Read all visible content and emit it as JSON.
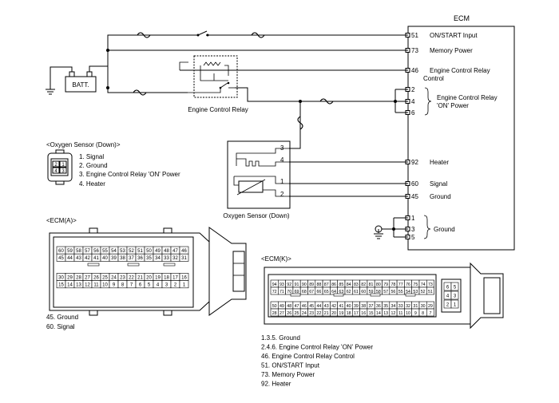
{
  "ecm": {
    "title": "ECM",
    "pins": [
      {
        "num": "51",
        "label": "ON/START Input"
      },
      {
        "num": "73",
        "label": "Memory Power"
      },
      {
        "num": "46",
        "label": "Engine Control Relay",
        "label2": "Control"
      },
      {
        "num": "2",
        "label": ""
      },
      {
        "num": "4",
        "label": "Engine Control Relay",
        "label2": "'ON' Power"
      },
      {
        "num": "6",
        "label": ""
      },
      {
        "num": "92",
        "label": "Heater"
      },
      {
        "num": "60",
        "label": "Signal"
      },
      {
        "num": "45",
        "label": "Ground"
      },
      {
        "num": "1",
        "label": ""
      },
      {
        "num": "3",
        "label": "Ground"
      },
      {
        "num": "5",
        "label": ""
      }
    ]
  },
  "battery": {
    "label": "BATT."
  },
  "relay": {
    "label": "Engine Control Relay"
  },
  "sensor": {
    "label": "Oxygen Sensor (Down)",
    "pins": [
      "3",
      "4",
      "1",
      "2"
    ]
  },
  "sensor_legend": {
    "title": "<Oxygen Sensor (Down)>",
    "connector_pins": [
      "2",
      "1",
      "4",
      "3"
    ],
    "items": [
      "1. Signal",
      "2. Ground",
      "3. Engine Control Relay 'ON' Power",
      "4. Heater"
    ]
  },
  "ecm_a": {
    "title": "<ECM(A)>",
    "rows": [
      [
        "60",
        "59",
        "58",
        "57",
        "56",
        "55",
        "54",
        "53",
        "52",
        "51",
        "50",
        "49",
        "48",
        "47",
        "46"
      ],
      [
        "45",
        "44",
        "43",
        "42",
        "41",
        "40",
        "39",
        "38",
        "37",
        "36",
        "35",
        "34",
        "33",
        "32",
        "31"
      ],
      [
        "30",
        "29",
        "28",
        "27",
        "26",
        "25",
        "24",
        "23",
        "22",
        "21",
        "20",
        "19",
        "18",
        "17",
        "16"
      ],
      [
        "15",
        "14",
        "13",
        "12",
        "11",
        "10",
        "9",
        "8",
        "7",
        "6",
        "5",
        "4",
        "3",
        "2",
        "1"
      ]
    ],
    "notes": [
      "45. Ground",
      "60. Signal"
    ]
  },
  "ecm_k": {
    "title": "<ECM(K)>",
    "rows": [
      [
        "94",
        "93",
        "92",
        "91",
        "90",
        "89",
        "88",
        "87",
        "86",
        "85",
        "84",
        "83",
        "82",
        "81",
        "80",
        "79",
        "78",
        "77",
        "76",
        "75",
        "74",
        "73"
      ],
      [
        "72",
        "71",
        "70",
        "69",
        "68",
        "67",
        "66",
        "65",
        "64",
        "63",
        "62",
        "61",
        "60",
        "59",
        "58",
        "57",
        "56",
        "55",
        "54",
        "53",
        "52",
        "51"
      ],
      [
        "50",
        "49",
        "48",
        "47",
        "46",
        "45",
        "44",
        "43",
        "42",
        "41",
        "40",
        "39",
        "38",
        "37",
        "36",
        "35",
        "34",
        "33",
        "32",
        "31",
        "30",
        "29"
      ],
      [
        "28",
        "27",
        "26",
        "25",
        "24",
        "23",
        "22",
        "21",
        "20",
        "19",
        "18",
        "17",
        "16",
        "15",
        "14",
        "13",
        "12",
        "11",
        "10",
        "9",
        "8",
        "7"
      ]
    ],
    "side": [
      [
        "6",
        "5"
      ],
      [
        "4",
        "3"
      ],
      [
        "2",
        "1"
      ]
    ],
    "notes": [
      "1.3.5. Ground",
      "2.4.6. Engine Control Relay 'ON' Power",
      "46. Engine Control Relay Control",
      "51. ON/START Input",
      "73. Memory Power",
      "92. Heater"
    ]
  }
}
